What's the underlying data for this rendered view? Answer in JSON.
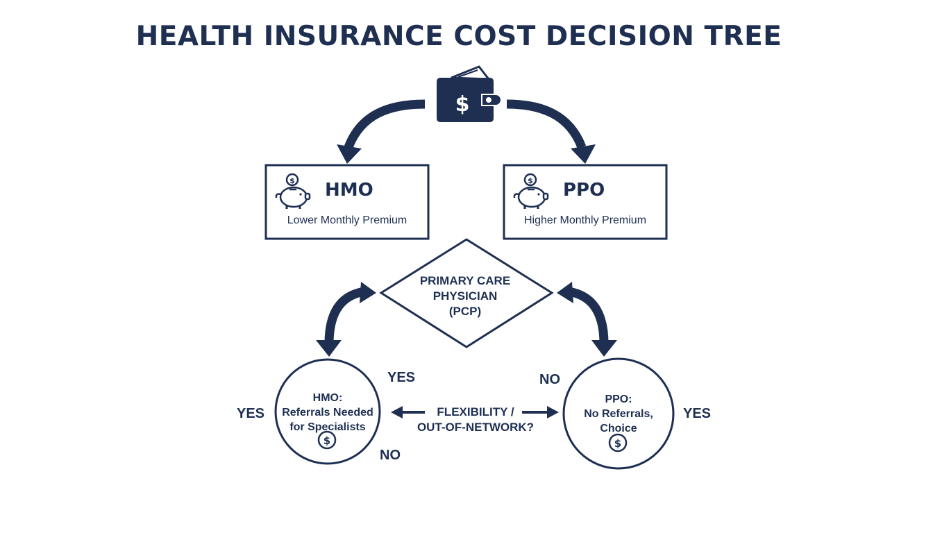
{
  "title": "HEALTH INSURANCE COST DECISION TREE",
  "colors": {
    "primary": "#1e2f52",
    "background": "#ffffff"
  },
  "icons": {
    "top": "wallet-dollar-icon",
    "plans": "piggy-bank-coin-icon",
    "cost": "dollar-coin-icon"
  },
  "plans": {
    "hmo": {
      "name": "HMO",
      "premium": "Lower Monthly Premium"
    },
    "ppo": {
      "name": "PPO",
      "premium": "Higher Monthly Premium"
    }
  },
  "decision": {
    "line1": "PRIMARY CARE",
    "line2": "PHYSICIAN",
    "line3": "(PCP)"
  },
  "outcomes": {
    "hmo": {
      "line1": "HMO:",
      "line2": "Referrals Needed",
      "line3": "for Specialists"
    },
    "ppo": {
      "line1": "PPO:",
      "line2": "No Referrals,",
      "line3": "Choice"
    }
  },
  "flexibility": {
    "line1": "FLEXIBILITY /",
    "line2": "OUT-OF-NETWORK?"
  },
  "labels": {
    "yes_left": "YES",
    "yes_hmo_top": "YES",
    "no_hmo_bottom": "NO",
    "no_ppo_top": "NO",
    "yes_right": "YES"
  }
}
